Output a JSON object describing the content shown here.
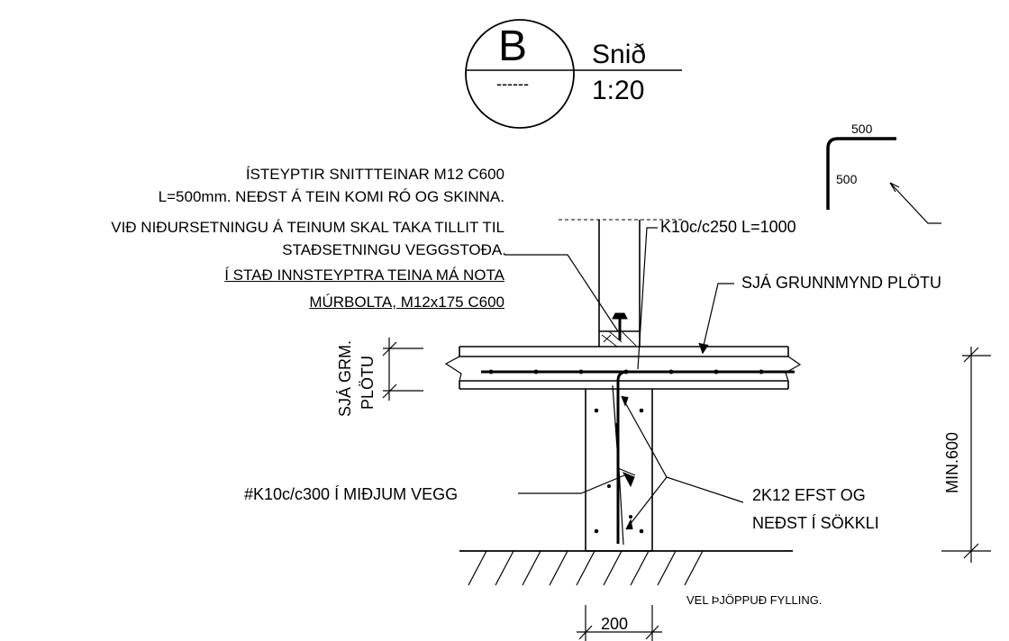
{
  "section_marker": {
    "letter": "B",
    "dashes": "------",
    "title": "Snið",
    "scale": "1:20"
  },
  "notes": {
    "line1": "ÍSTEYPTIR SNITTTEINAR M12 C600",
    "line2": "L=500mm. NEÐST Á TEIN KOMI RÓ OG SKINNA.",
    "line3": "VIÐ NIÐURSETNINGU Á TEINUM SKAL TAKA TILLIT TIL",
    "line4": "STAÐSETNINGU VEGGSTOÐA.",
    "line5": "Í STAÐ INNSTEYPTRA TEINA MÁ NOTA",
    "line6": "MÚRBOLTA, M12x175 C600"
  },
  "labels": {
    "rebar_top": "K10c/c250 L=1000",
    "see_plan": "SJÁ GRUNNMYND PLÖTU",
    "see_grm_1": "SJÁ GRM.",
    "see_grm_2": "PLÖTU",
    "wall_rebar": "#K10c/c300 Í MIÐJUM VEGG",
    "footing_rebar_1": "2K12 EFST OG",
    "footing_rebar_2": "NEÐST Í SÖKKLI",
    "min_depth": "MIN.600",
    "fill": "VEL ÞJÖPPUÐ FYLLING.",
    "width_dim": "200"
  },
  "hook_detail": {
    "leg_h": "500",
    "leg_v": "500"
  }
}
